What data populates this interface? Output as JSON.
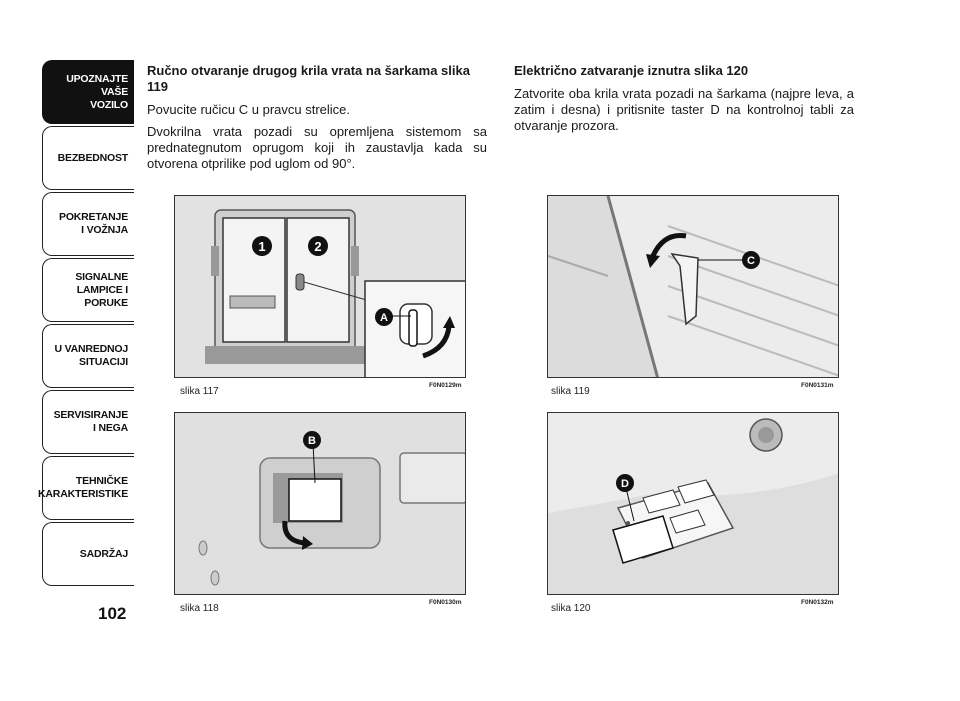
{
  "sidebar": {
    "tabs": [
      {
        "label": "UPOZNAJTE\nVAŠE\nVOZILO",
        "active": true
      },
      {
        "label": "BEZBEDNOST",
        "active": false
      },
      {
        "label": "POKRETANJE\nI VOŽNJA",
        "active": false
      },
      {
        "label": "SIGNALNE\nLAMPICE I PORUKE",
        "active": false
      },
      {
        "label": "U VANREDNOJ\nSITUACIJI",
        "active": false
      },
      {
        "label": "SERVISIRANJE\nI NEGA",
        "active": false
      },
      {
        "label": "TEHNIČKE\nKARAKTERISTIKE",
        "active": false
      },
      {
        "label": "SADRŽAJ",
        "active": false
      }
    ]
  },
  "page_number": "102",
  "left_column": {
    "heading": "Ručno otvaranje drugog krila vrata na šarkama slika 119",
    "paragraphs": [
      "Povucite ručicu C u pravcu strelice.",
      "Dvokrilna vrata pozadi su opremljena sistemom sa prednategnutom oprugom koji ih zaustavlja kada su otvorena otprilike pod uglom od 90°."
    ]
  },
  "right_column": {
    "heading": "Električno zatvaranje iznutra slika 120",
    "paragraphs": [
      "Zatvorite oba krila vrata pozadi na šarkama (najpre leva, a zatim i desna) i pritisnite taster D na kontrolnoj tabli za otvaranje prozora."
    ]
  },
  "figures": {
    "fig117": {
      "caption": "slika 117",
      "code": "F0N0129m",
      "marker1": "1",
      "marker2": "2",
      "markerA": "A"
    },
    "fig118": {
      "caption": "slika 118",
      "code": "F0N0130m",
      "markerB": "B"
    },
    "fig119": {
      "caption": "slika 119",
      "code": "F0N0131m",
      "markerC": "C"
    },
    "fig120": {
      "caption": "slika 120",
      "code": "F0N0132m",
      "markerD": "D"
    }
  }
}
